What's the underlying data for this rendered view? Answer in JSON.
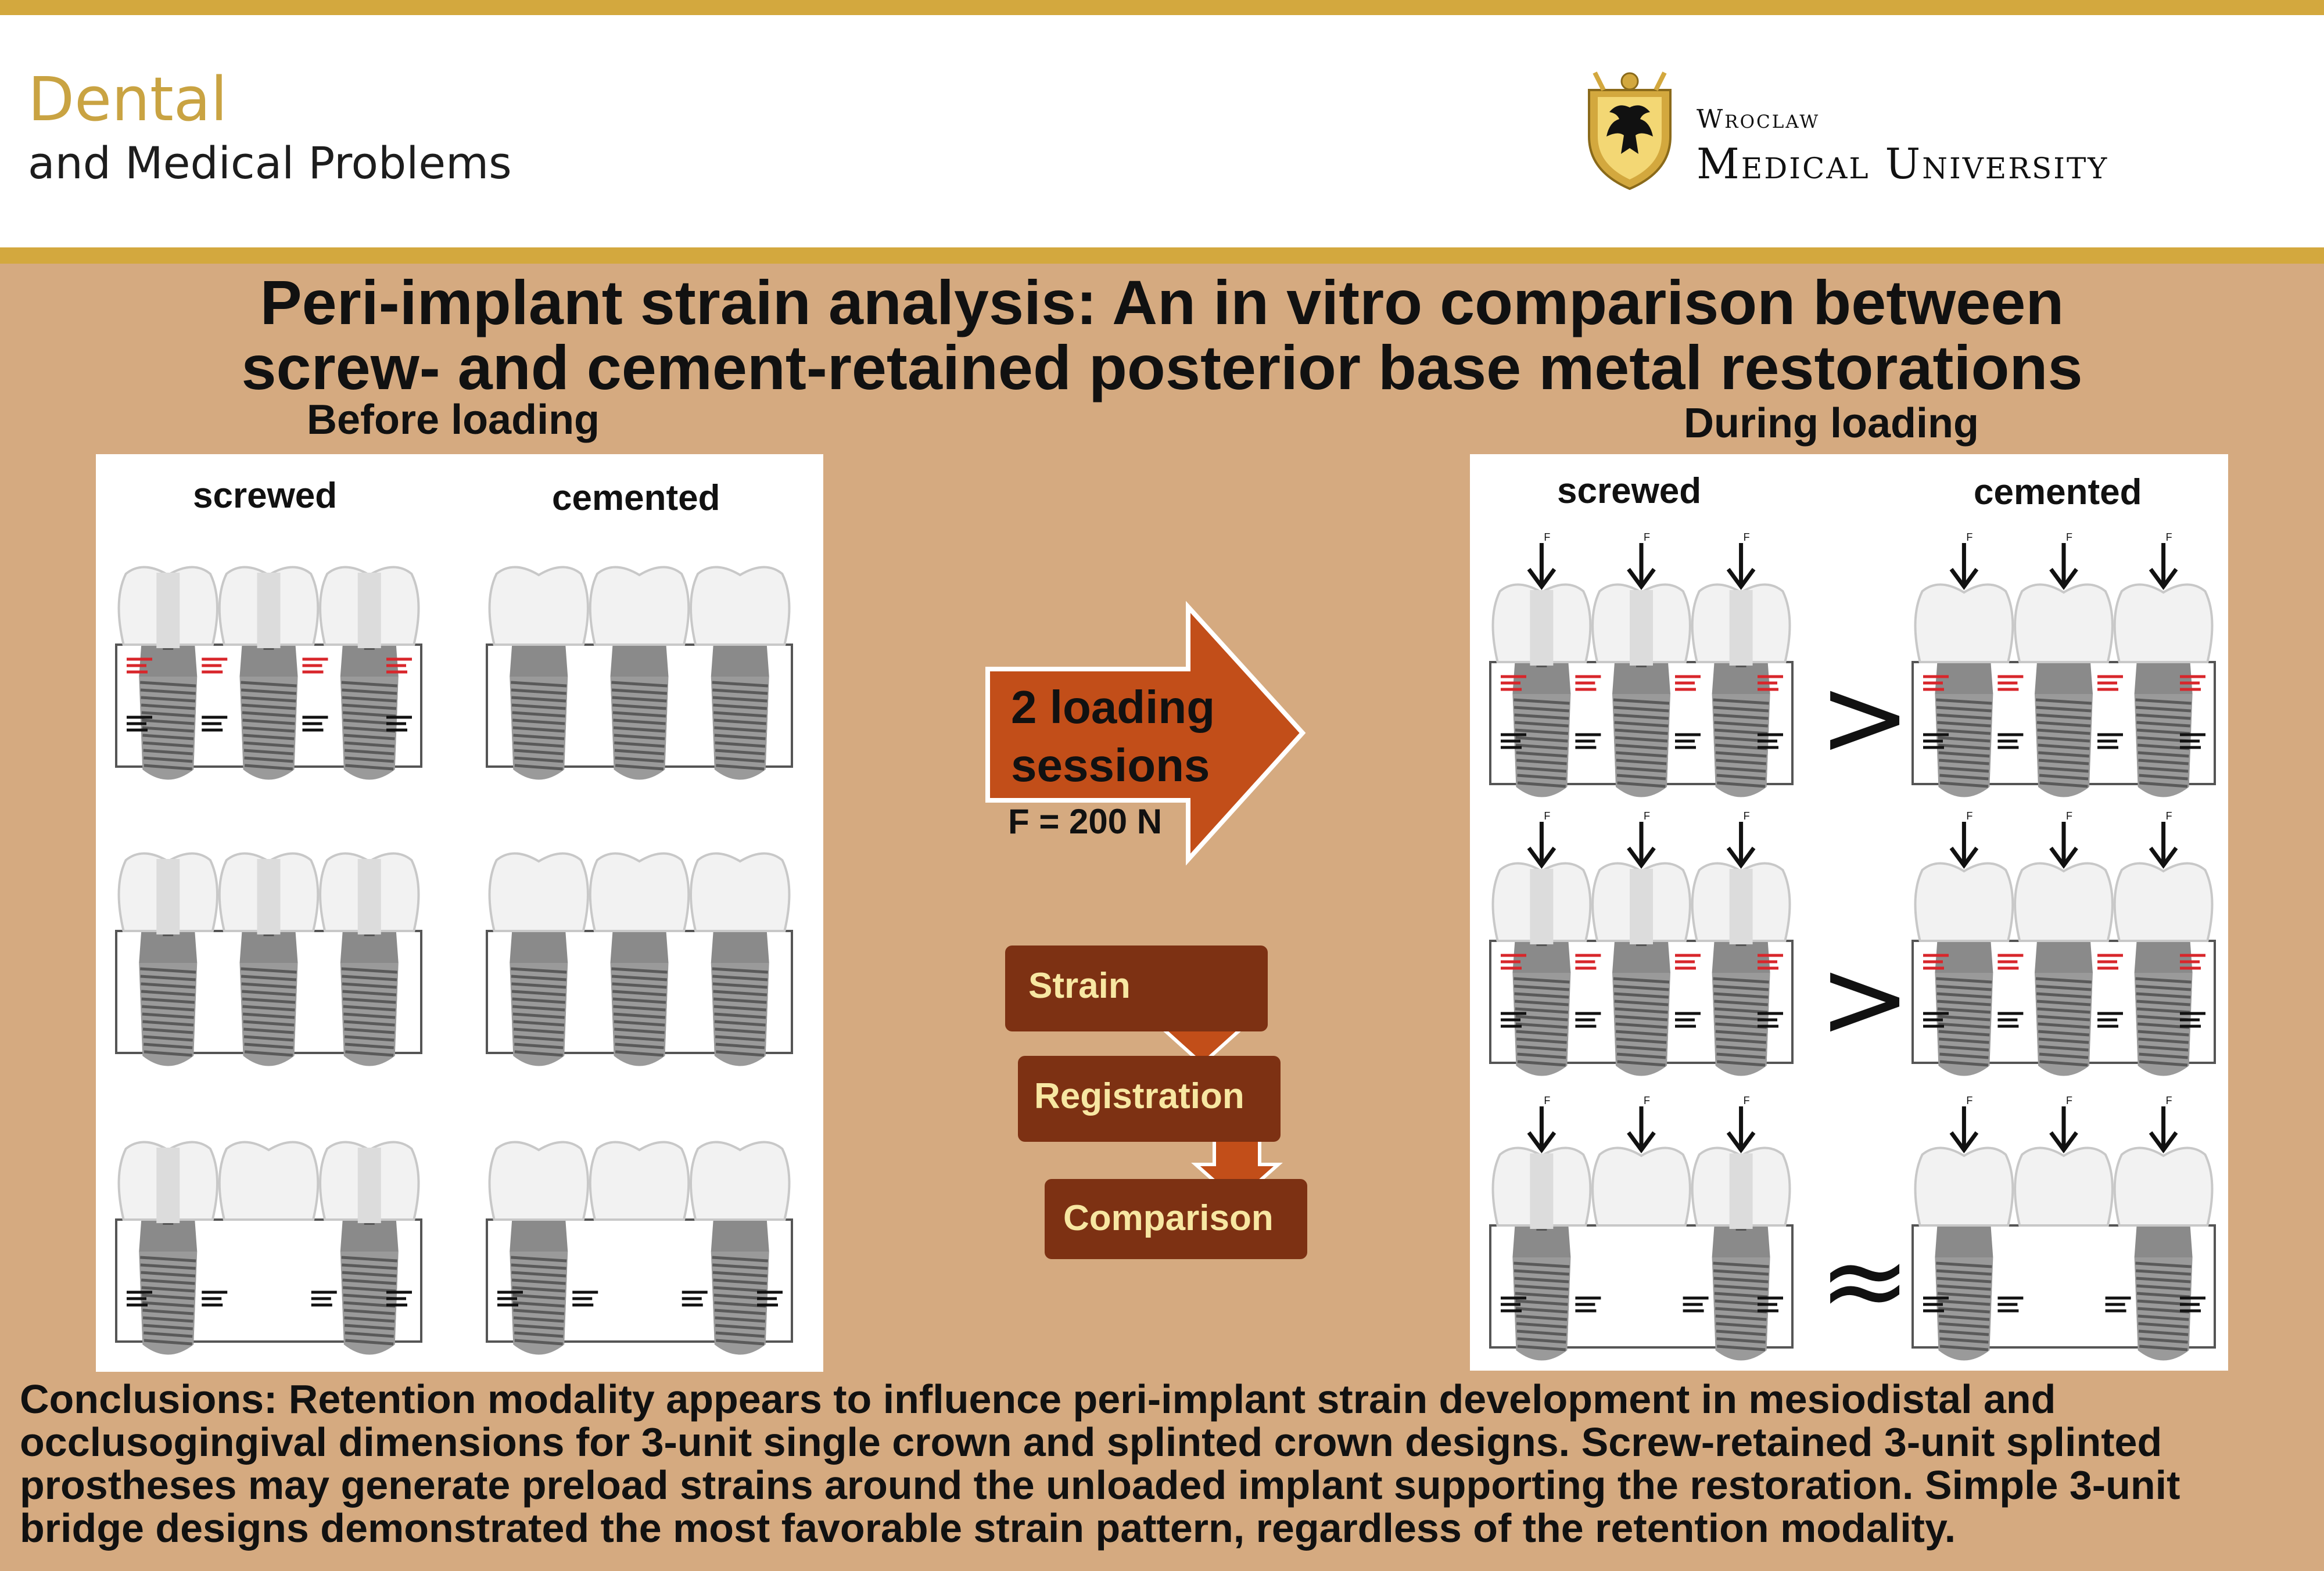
{
  "header": {
    "journal_title_line1": "Dental",
    "journal_title_line2": "and Medical Problems",
    "university_line1": "Wroclaw",
    "university_line2": "Medical University"
  },
  "poster": {
    "title_line1": "Peri-implant strain analysis: An in vitro comparison between",
    "title_line2": "screw- and cement-retained posterior base metal restorations"
  },
  "before": {
    "label": "Before loading",
    "screwed_label": "screwed",
    "cemented_label": "cemented"
  },
  "during": {
    "label": "During loading",
    "screwed_label": "screwed",
    "cemented_label": "cemented",
    "comparison_symbols": [
      ">",
      ">",
      "≈"
    ],
    "force_symbol": "F"
  },
  "middle": {
    "arrow_line1": "2 loading",
    "arrow_line2": "sessions",
    "force_label": "F = 200 N",
    "flow_steps": [
      "Strain",
      "Registration",
      "Comparison"
    ]
  },
  "conclusion": {
    "line1": "Conclusions: Retention modality appears to influence peri-implant strain development in mesiodistal and",
    "line2": "occlusogingival dimensions for 3-unit single crown and splinted crown designs. Screw-retained 3-unit splinted",
    "line3": "prostheses may generate preload strains around the unloaded implant supporting the restoration. Simple 3-unit",
    "line4": "bridge designs demonstrated the most favorable strain pattern, regardless of the retention modality."
  },
  "colors": {
    "gold": "#d3a83e",
    "background": "#d5aa80",
    "arrow": "#c24e19",
    "flow_box": "#7d3113",
    "flow_text": "#f7e7a2",
    "strain_red": "#d8262b"
  }
}
